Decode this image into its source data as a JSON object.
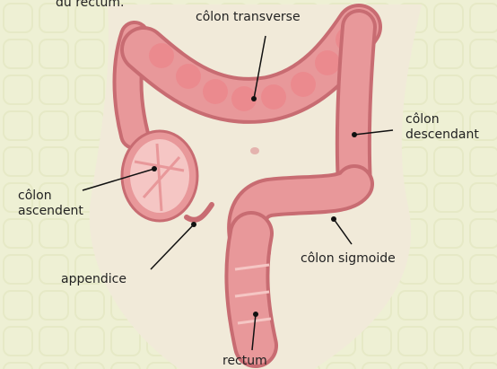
{
  "caption_fragment": "du rectum.",
  "labels": {
    "transverse": "côlon transverse",
    "descending_1": "côlon",
    "descending_2": "descendant",
    "ascending_1": "côlon",
    "ascending_2": "ascendent",
    "appendix": "appendice",
    "sigmoid": "côlon sigmoide",
    "rectum": "rectum"
  },
  "colors": {
    "background": "#eef0d4",
    "body_silhouette": "#f1ead9",
    "colon": "#e8989a",
    "colon_dark": "#c86c72",
    "colon_light": "#f5c6c4",
    "leader_line": "#111111"
  }
}
